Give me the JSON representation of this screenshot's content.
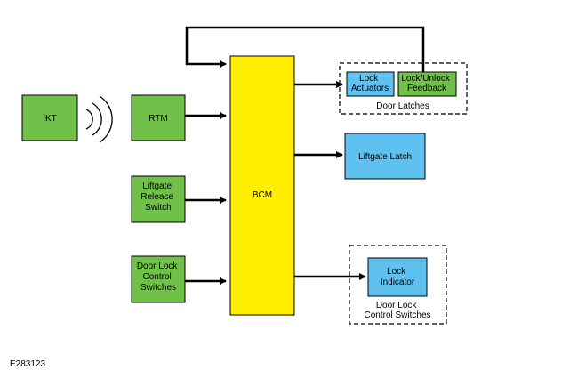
{
  "colors": {
    "green": "#70c04a",
    "yellow": "#ffee00",
    "blue": "#5fc1ef",
    "stroke": "#000000"
  },
  "blocks": {
    "ikt": "IKT",
    "rtm": "RTM",
    "liftgate_release_switch": [
      "Liftgate",
      "Release",
      "Switch"
    ],
    "door_lock_control_switches": [
      "Door Lock",
      "Control",
      "Switches"
    ],
    "bcm": "BCM",
    "lock_actuators": [
      "Lock",
      "Actuators"
    ],
    "lock_unlock_feedback": [
      "Lock/Unlock",
      "Feedback"
    ],
    "liftgate_latch": "Liftgate Latch",
    "lock_indicator": [
      "Lock",
      "Indicator"
    ]
  },
  "groups": {
    "door_latches": "Door Latches",
    "door_lock_control_switches": [
      "Door Lock",
      "Control Switches"
    ]
  },
  "reference": "E283123"
}
